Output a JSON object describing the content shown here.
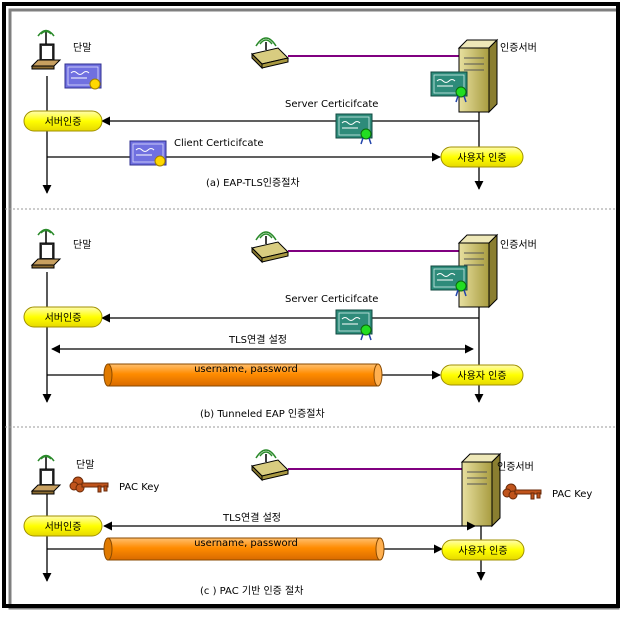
{
  "panels": [
    {
      "caption": "(a) EAP-TLS인증절차",
      "terminal_label": "단말",
      "server_label": "인증서버",
      "server_auth": "서버인증",
      "user_auth": "사용자 인증",
      "server_cert_label": "Server Certicifcate",
      "client_cert_label": "Client  Certicifcate"
    },
    {
      "caption": "(b) Tunneled EAP 인증절차",
      "terminal_label": "단말",
      "server_label": "인증서버",
      "server_auth": "서버인증",
      "user_auth": "사용자 인증",
      "server_cert_label": "Server Certicifcate",
      "tls_label": "TLS연결 설정",
      "tunnel_label": "username, password"
    },
    {
      "caption": "(c ) PAC 기반 인증 절차",
      "terminal_label": "단말",
      "server_label": "인증서버",
      "server_auth": "서버인증",
      "user_auth": "사용자 인증",
      "pac_left": "PAC Key",
      "pac_right": "PAC Key",
      "tls_label": "TLS연결 설정",
      "tunnel_label": "username, password"
    }
  ],
  "colors": {
    "frame": "#000000",
    "pill": "#ffff00",
    "tunnel": "#ff8c00",
    "link": "#800080",
    "cert": "#2e8b7a",
    "cert_client": "#6a6ad8",
    "key": "#c0541c",
    "server": "#c8bf6a"
  }
}
